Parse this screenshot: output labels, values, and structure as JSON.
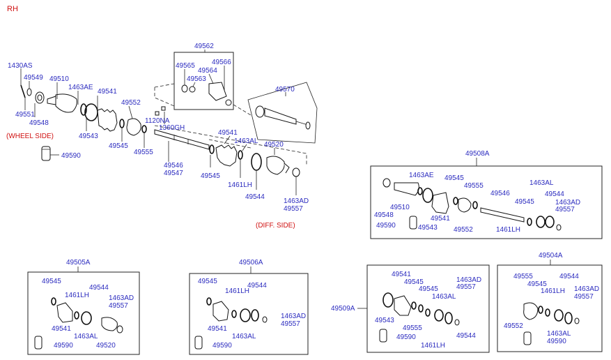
{
  "header": {
    "side_label": "RH"
  },
  "notes": {
    "wheel_side": "(WHEEL SIDE)",
    "diff_side": "(DIFF. SIDE)"
  },
  "labels": {
    "l1430AS": "1430AS",
    "l49549": "49549",
    "l49510": "49510",
    "l1463AE": "1463AE",
    "l49541": "49541",
    "l49552": "49552",
    "l49551": "49551",
    "l49548": "49548",
    "l49543": "49543",
    "l49545": "49545",
    "l49555": "49555",
    "l1120NA": "1120NA",
    "l1360GH": "1360GH",
    "l49590": "49590",
    "l49562": "49562",
    "l49565": "49565",
    "l49564": "49564",
    "l49566": "49566",
    "l49563": "49563",
    "l49570": "49570",
    "l49546": "49546",
    "l49547": "49547",
    "m49541": "49541",
    "m1463AL": "1463AL",
    "m49520": "49520",
    "m49545": "49545",
    "m1461LH": "1461LH",
    "m49544": "49544",
    "m1463AD": "1463AD",
    "m49557": "49557"
  },
  "sub_assemblies": {
    "a49508": {
      "title": "49508A",
      "labels": {
        "l1463AE": "1463AE",
        "l49545": "49545",
        "l49555": "49555",
        "l49546": "49546",
        "l1463AL": "1463AL",
        "l49544": "49544",
        "l49548": "49548",
        "l49510": "49510",
        "l1463AD": "1463AD",
        "l49557": "49557",
        "l49590": "49590",
        "l49543": "49543",
        "l49541": "49541",
        "l49552": "49552",
        "l1461LH": "1461LH",
        "l49545b": "49545"
      }
    },
    "a49505": {
      "title": "49505A",
      "labels": {
        "l49545": "49545",
        "l1461LH": "1461LH",
        "l49544": "49544",
        "l1463AD": "1463AD",
        "l49557": "49557",
        "l49541": "49541",
        "l1463AL": "1463AL",
        "l49590": "49590",
        "l49520": "49520"
      }
    },
    "a49506": {
      "title": "49506A",
      "labels": {
        "l49545": "49545",
        "l1461LH": "1461LH",
        "l49544": "49544",
        "l1463AD": "1463AD",
        "l49557": "49557",
        "l49541": "49541",
        "l1463AL": "1463AL",
        "l49590": "49590"
      }
    },
    "a49509": {
      "title": "49509A",
      "labels": {
        "l49541": "49541",
        "l49545": "49545",
        "l49545b": "49545",
        "l1463AD": "1463AD",
        "l49557": "49557",
        "l1463AL": "1463AL",
        "l49543": "49543",
        "l49555": "49555",
        "l49590": "49590",
        "l1461LH": "1461LH",
        "l49544": "49544"
      }
    },
    "a49504": {
      "title": "49504A",
      "labels": {
        "l49555": "49555",
        "l49544": "49544",
        "l49545": "49545",
        "l1461LH": "1461LH",
        "l1463AD": "1463AD",
        "l49557": "49557",
        "l49552": "49552",
        "l1463AL": "1463AL",
        "l49590": "49590"
      }
    }
  }
}
